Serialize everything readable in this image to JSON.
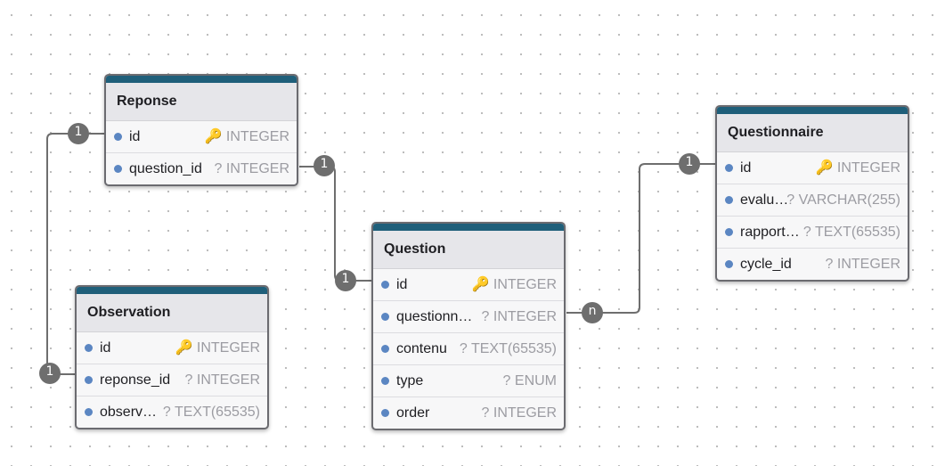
{
  "tables": {
    "reponse": {
      "name": "Reponse",
      "fields": [
        {
          "name": "id",
          "type": "🔑 INTEGER"
        },
        {
          "name": "question_id",
          "type": "? INTEGER"
        }
      ]
    },
    "questionnaire": {
      "name": "Questionnaire",
      "fields": [
        {
          "name": "id",
          "type": "🔑 INTEGER"
        },
        {
          "name": "evalu…",
          "type": "? VARCHAR(255)"
        },
        {
          "name": "rapport…",
          "type": "? TEXT(65535)"
        },
        {
          "name": "cycle_id",
          "type": "? INTEGER"
        }
      ]
    },
    "question": {
      "name": "Question",
      "fields": [
        {
          "name": "id",
          "type": "🔑 INTEGER"
        },
        {
          "name": "questionn…",
          "type": "? INTEGER"
        },
        {
          "name": "contenu",
          "type": "? TEXT(65535)"
        },
        {
          "name": "type",
          "type": "? ENUM"
        },
        {
          "name": "order",
          "type": "? INTEGER"
        }
      ]
    },
    "observation": {
      "name": "Observation",
      "fields": [
        {
          "name": "id",
          "type": "🔑 INTEGER"
        },
        {
          "name": "reponse_id",
          "type": "? INTEGER"
        },
        {
          "name": "observ…",
          "type": "? TEXT(65535)"
        }
      ]
    }
  },
  "relations": [
    {
      "from": "Reponse.question_id",
      "to": "Question.id",
      "from_card": "1",
      "to_card": "1"
    },
    {
      "from": "Question.questionnaire_id",
      "to": "Questionnaire.id",
      "from_card": "n",
      "to_card": "1"
    },
    {
      "from": "Observation.reponse_id",
      "to": "Reponse.id",
      "from_card": "1",
      "to_card": "1"
    }
  ],
  "colors": {
    "table_accent": "#1f5f7a",
    "edge": "#6e6e6e",
    "field_dot": "#5b86c2"
  }
}
